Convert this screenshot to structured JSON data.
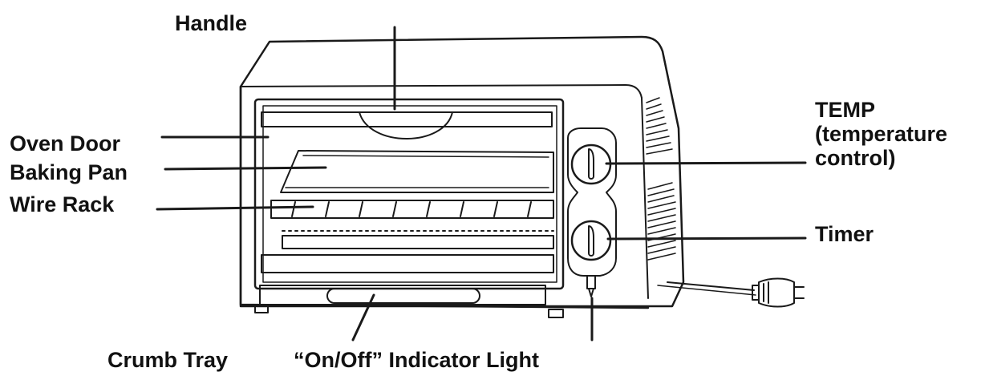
{
  "labels": {
    "handle": "Handle",
    "oven_door": "Oven Door",
    "baking_pan": "Baking Pan",
    "wire_rack": "Wire Rack",
    "temp_line1": "TEMP",
    "temp_line2": "(temperature",
    "temp_line3": "control)",
    "timer": "Timer",
    "crumb_tray": "Crumb Tray",
    "indicator_light": "“On/Off” Indicator Light"
  },
  "colors": {
    "background": "#ffffff",
    "ink": "#111111"
  }
}
